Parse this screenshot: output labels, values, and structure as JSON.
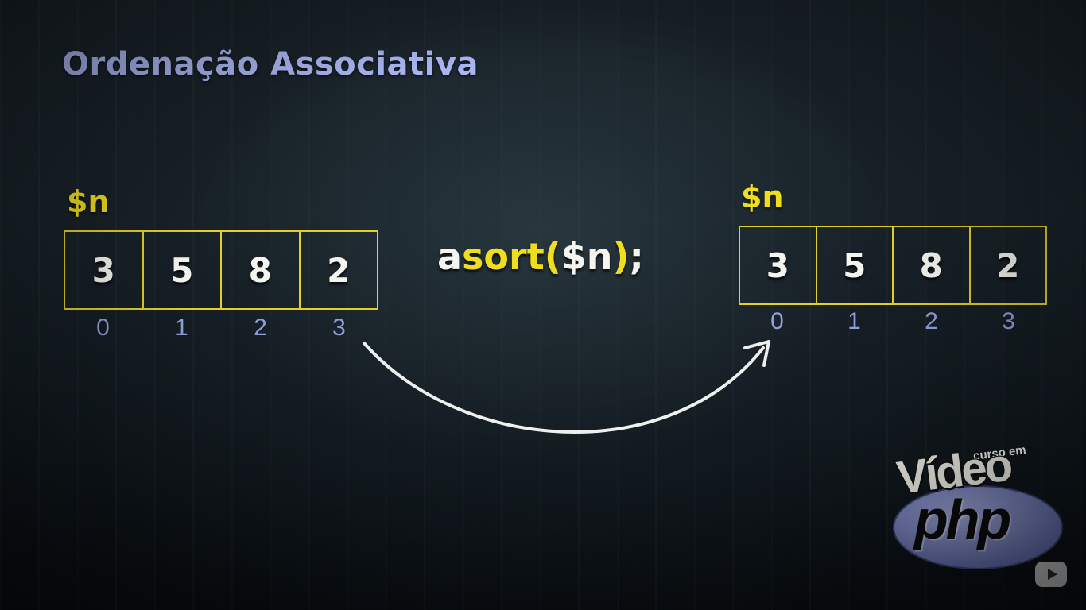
{
  "slide": {
    "title": "Ordenação Associativa"
  },
  "left_array": {
    "label": "$n",
    "values": [
      "3",
      "5",
      "8",
      "2"
    ],
    "indices": [
      "0",
      "1",
      "2",
      "3"
    ]
  },
  "code": {
    "prefix": "a",
    "func": "sort",
    "open_paren": "(",
    "arg": "$n",
    "close_paren": ")",
    "terminator": ";"
  },
  "right_array": {
    "label": "$n",
    "values": [
      "3",
      "5",
      "8",
      "2"
    ],
    "indices": [
      "0",
      "1",
      "2",
      "3"
    ]
  },
  "logo": {
    "small": "curso em",
    "main": "Vídeo",
    "sub": "php"
  },
  "colors": {
    "title": "#a9b4f0",
    "accent_yellow": "#f0de1e",
    "index_blue": "#8fa0dc",
    "cell_text": "#f4f4f0"
  },
  "icons": {
    "arrow": "curved-arrow-icon",
    "play": "play-icon"
  }
}
